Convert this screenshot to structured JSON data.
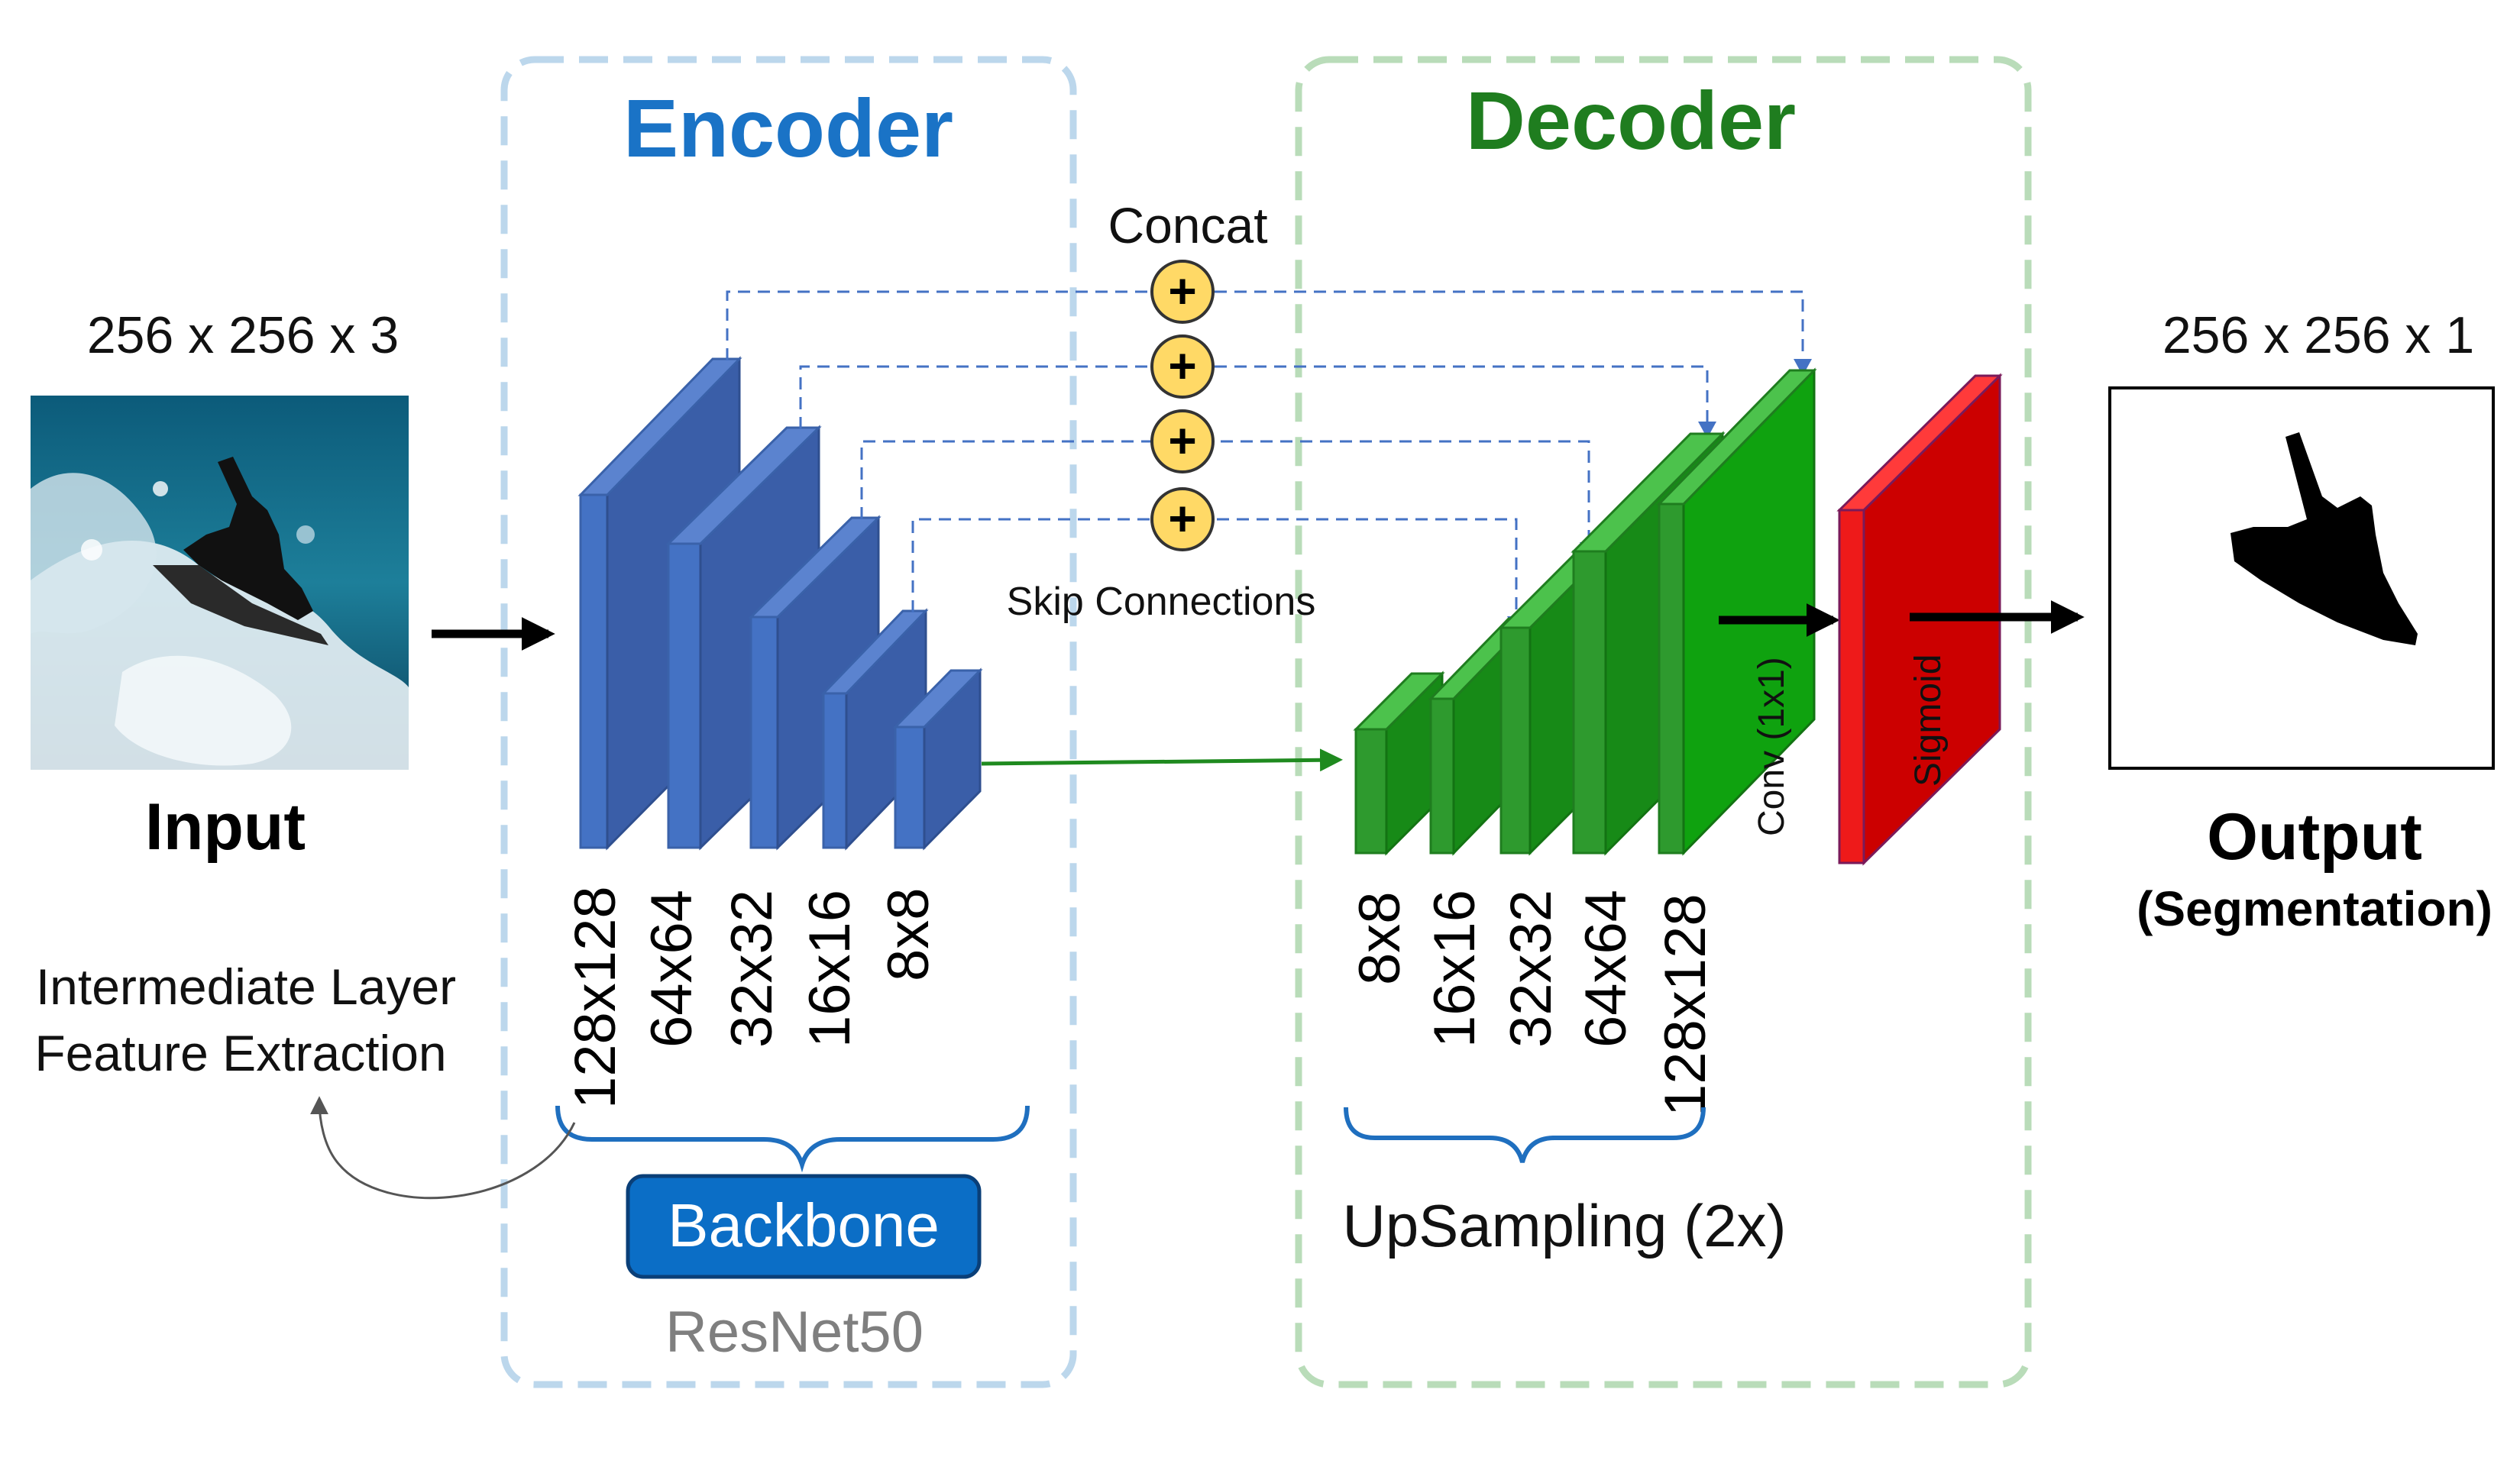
{
  "colors": {
    "encoder_frame": "#bcd7ec",
    "decoder_frame": "#b9dcb9",
    "encoder_title": "#1a73c6",
    "decoder_title": "#1f7d1f",
    "encoder_block_front": "#4472c4",
    "encoder_block_side": "#2f4f8f",
    "encoder_block_top": "#5b83cf",
    "decoder_block_front": "#2e9a2e",
    "decoder_block_side": "#178a17",
    "decoder_block_top": "#4cc24c",
    "sigmoid_block": "#e01010",
    "skip_line": "#4472c4",
    "concat_circle": "#ffd966",
    "backbone_fill": "#0b6ec6",
    "resnet_text": "#7f7f7f"
  },
  "input": {
    "dims": "256 x 256 x 3",
    "label": "Input",
    "image": "surfer-photo"
  },
  "output": {
    "dims": "256 x 256 x 1",
    "label": "Output",
    "sublabel": "(Segmentation)",
    "image": "segmentation-mask"
  },
  "encoder": {
    "title": "Encoder",
    "resolutions": [
      "128x128",
      "64x64",
      "32x32",
      "16x16",
      "8x8"
    ],
    "backbone_label": "Backbone",
    "backbone_model": "ResNet50"
  },
  "decoder": {
    "title": "Decoder",
    "resolutions": [
      "8x8",
      "16x16",
      "32x32",
      "64x64",
      "128x128"
    ],
    "upsampling_label": "UpSampling (2x)",
    "conv_label": "Conv (1x1)",
    "sigmoid_label": "Sigmoid"
  },
  "skip": {
    "concat_label": "Concat",
    "concat_symbol": "+",
    "skip_label": "Skip Connections"
  },
  "intermediate_label": {
    "line1": "Intermediate Layer",
    "line2": "Feature Extraction"
  }
}
